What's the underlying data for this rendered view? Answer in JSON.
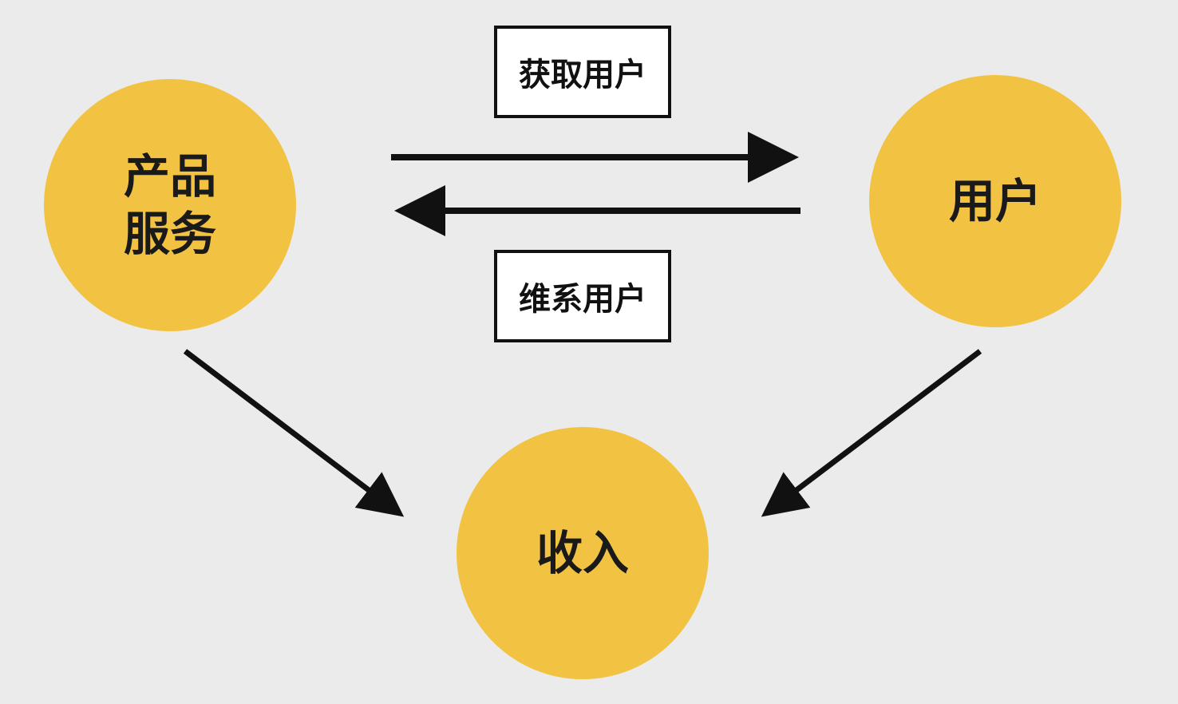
{
  "nodes": {
    "product": {
      "line1": "产品",
      "line2": "服务"
    },
    "user": "用户",
    "revenue": "收入"
  },
  "labels": {
    "acquire": "获取用户",
    "retain": "维系用户"
  },
  "colors": {
    "node_fill": "#f2c343",
    "background": "#ebebeb",
    "arrow": "#111111"
  }
}
